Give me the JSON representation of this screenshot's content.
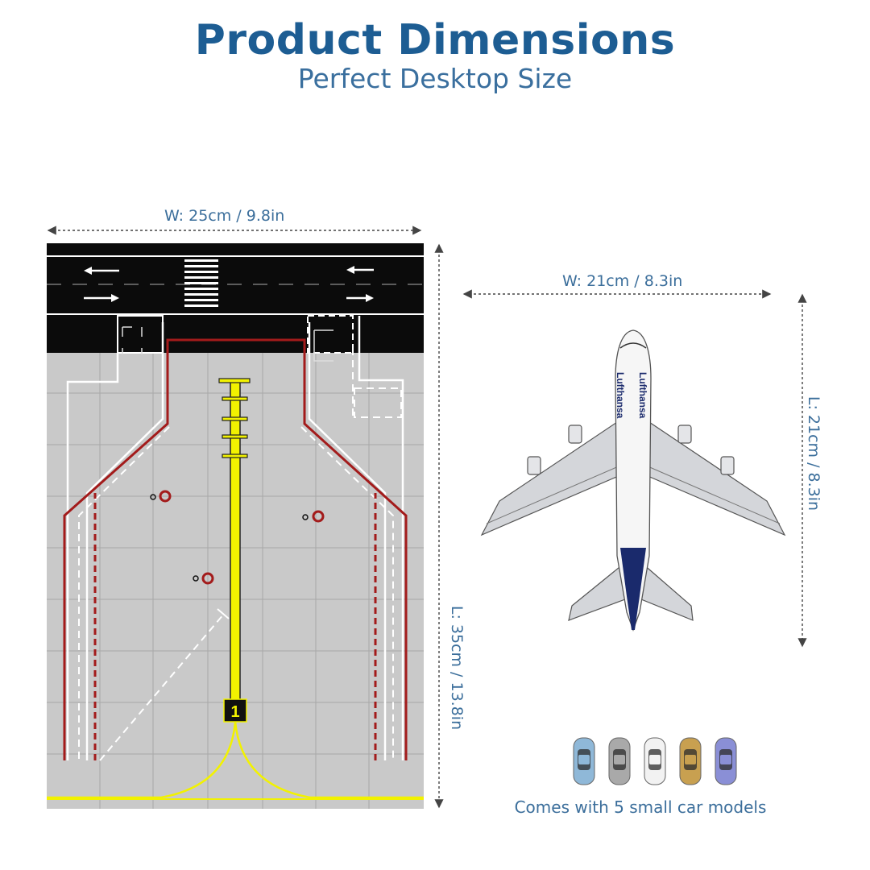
{
  "header": {
    "title": "Product Dimensions",
    "subtitle": "Perfect Desktop Size"
  },
  "mat": {
    "width_label": "W: 25cm / 9.8in",
    "length_label": "L: 35cm / 13.8in",
    "stand_number": "1"
  },
  "airplane": {
    "width_label": "W: 21cm / 8.3in",
    "length_label": "L: 21cm / 8.3in",
    "livery_text": "Lufthansa"
  },
  "cars": {
    "caption": "Comes with 5 small car models",
    "colors": [
      "#8fb8d8",
      "#a9a9a9",
      "#f2f2f2",
      "#c8a050",
      "#8a8fd6"
    ]
  },
  "colors": {
    "title": "#1d5d93",
    "accent_text": "#3b6e9b",
    "mat_gray": "#c9c9c9",
    "road": "#0b0b0b",
    "guide_line": "#f2f200",
    "safety_red": "#a31b1b",
    "livery_blue": "#1a2a6c"
  }
}
